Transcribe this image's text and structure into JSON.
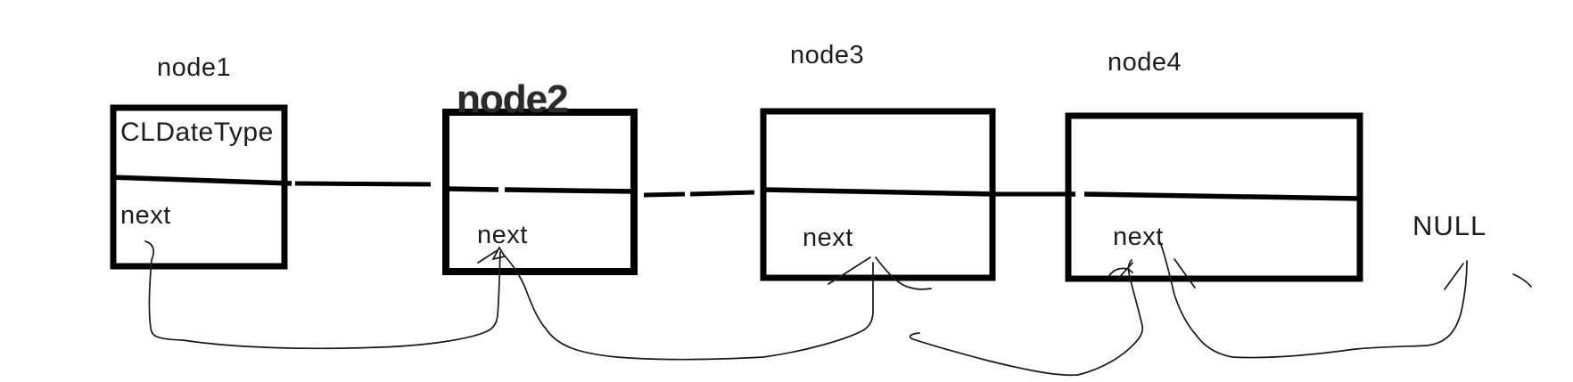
{
  "diagram": {
    "kind": "linked-list",
    "nodes": [
      {
        "label": "node1",
        "type_field": "CLDateType",
        "pointer_field": "next"
      },
      {
        "label": "node2",
        "type_field": "",
        "pointer_field": "next"
      },
      {
        "label": "node3",
        "type_field": "",
        "pointer_field": "next"
      },
      {
        "label": "node4",
        "type_field": "",
        "pointer_field": "next"
      }
    ],
    "terminator_label": "NULL",
    "colors": {
      "box_stroke": "#000000",
      "arrow_stroke": "#181818",
      "background": "#ffffff"
    }
  }
}
